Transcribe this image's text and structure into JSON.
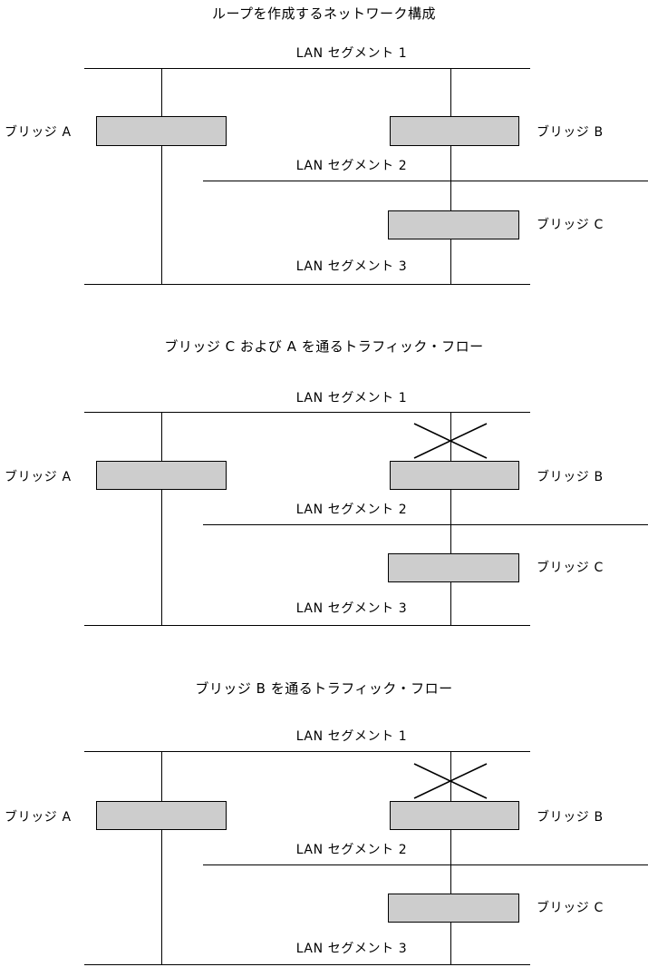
{
  "figure": {
    "kind": "network-topology-diagram-set",
    "panel_count": 3,
    "language": "ja"
  },
  "labels": {
    "segment_1": "LAN セグメント 1",
    "segment_2": "LAN セグメント 2",
    "segment_3": "LAN セグメント 3",
    "bridge_a": "ブリッジ A",
    "bridge_b": "ブリッジ B",
    "bridge_c": "ブリッジ C"
  },
  "panels": [
    {
      "id": "panel-1",
      "title": "ループを作成するネットワーク構成",
      "blocked_link": null,
      "segments": [
        {
          "name": "LAN セグメント 1",
          "label": "LAN セグメント 1"
        },
        {
          "name": "LAN セグメント 2",
          "label": "LAN セグメント 2"
        },
        {
          "name": "LAN セグメント 3",
          "label": "LAN セグメント 3"
        }
      ],
      "bridges": [
        {
          "id": "A",
          "label": "ブリッジ A",
          "label_side": "left",
          "connects": [
            "LAN セグメント 1",
            "LAN セグメント 3"
          ]
        },
        {
          "id": "B",
          "label": "ブリッジ B",
          "label_side": "right",
          "connects": [
            "LAN セグメント 1",
            "LAN セグメント 2"
          ]
        },
        {
          "id": "C",
          "label": "ブリッジ C",
          "label_side": "right",
          "connects": [
            "LAN セグメント 2",
            "LAN セグメント 3"
          ]
        }
      ]
    },
    {
      "id": "panel-2",
      "title": "ブリッジ C および A を通るトラフィック・フロー",
      "blocked_link": "ブリッジ B — LAN セグメント 1",
      "segments": [
        {
          "name": "LAN セグメント 1",
          "label": "LAN セグメント 1"
        },
        {
          "name": "LAN セグメント 2",
          "label": "LAN セグメント 2"
        },
        {
          "name": "LAN セグメント 3",
          "label": "LAN セグメント 3"
        }
      ],
      "bridges": [
        {
          "id": "A",
          "label": "ブリッジ A",
          "label_side": "left",
          "connects": [
            "LAN セグメント 1",
            "LAN セグメント 3"
          ]
        },
        {
          "id": "B",
          "label": "ブリッジ B",
          "label_side": "right",
          "connects": [
            "LAN セグメント 1",
            "LAN セグメント 2"
          ]
        },
        {
          "id": "C",
          "label": "ブリッジ C",
          "label_side": "right",
          "connects": [
            "LAN セグメント 2",
            "LAN セグメント 3"
          ]
        }
      ]
    },
    {
      "id": "panel-3",
      "title": "ブリッジ B を通るトラフィック・フロー",
      "blocked_link": "ブリッジ B — LAN セグメント 1",
      "segments": [
        {
          "name": "LAN セグメント 1",
          "label": "LAN セグメント 1"
        },
        {
          "name": "LAN セグメント 2",
          "label": "LAN セグメント 2"
        },
        {
          "name": "LAN セグメント 3",
          "label": "LAN セグメント 3"
        }
      ],
      "bridges": [
        {
          "id": "A",
          "label": "ブリッジ A",
          "label_side": "left",
          "connects": [
            "LAN セグメント 1",
            "LAN セグメント 3"
          ]
        },
        {
          "id": "B",
          "label": "ブリッジ B",
          "label_side": "right",
          "connects": [
            "LAN セグメント 1",
            "LAN セグメント 2"
          ]
        },
        {
          "id": "C",
          "label": "ブリッジ C",
          "label_side": "right",
          "connects": [
            "LAN セグメント 2",
            "LAN セグメント 3"
          ]
        }
      ]
    }
  ],
  "colors": {
    "background": "#ffffff",
    "line": "#000000",
    "bridge_fill": "#cdcdcd",
    "text": "#000000"
  }
}
